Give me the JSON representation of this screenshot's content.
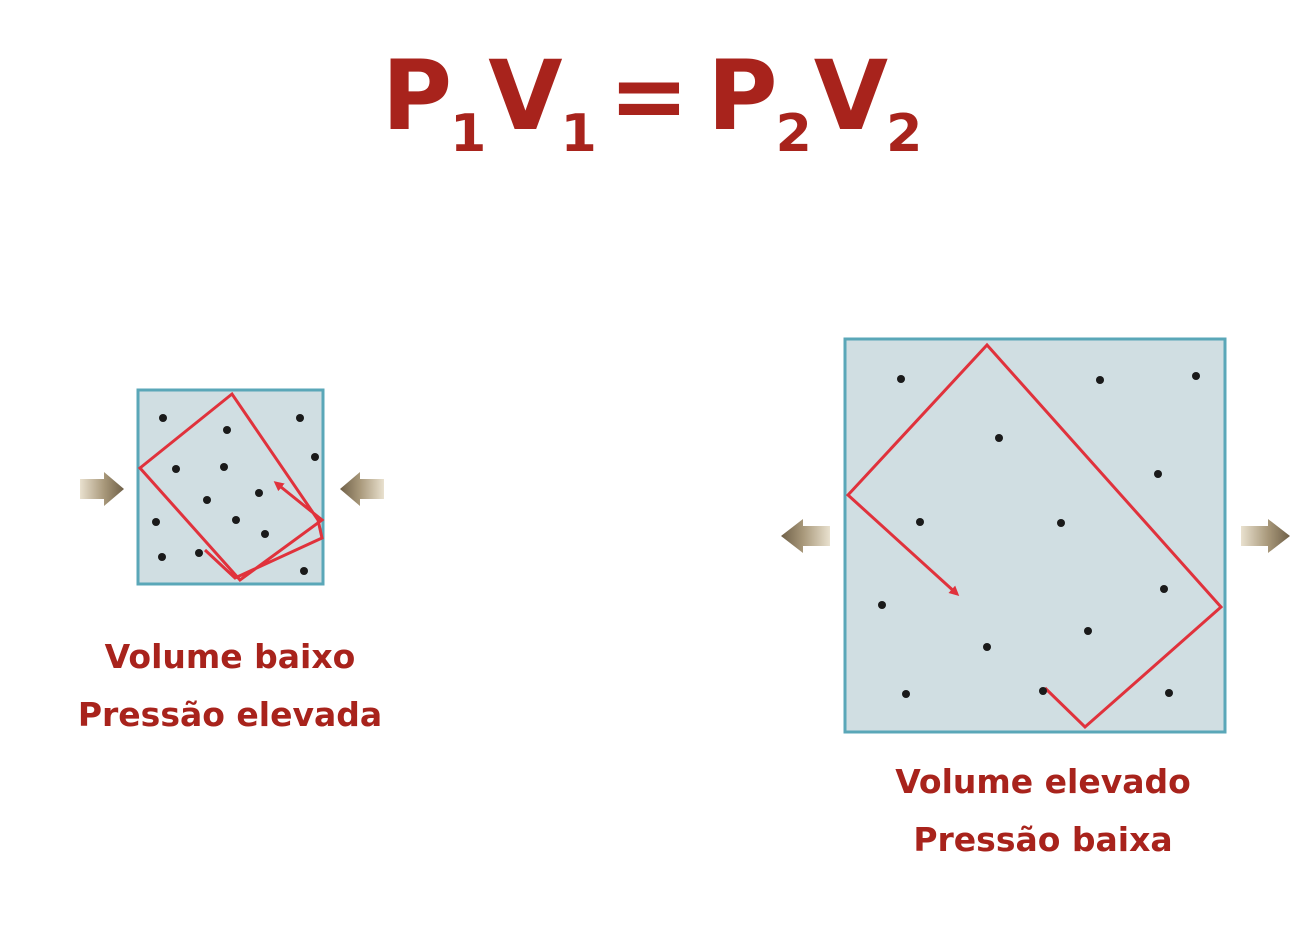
{
  "colors": {
    "accent_red": "#a8231c",
    "box_fill": "#d0dee2",
    "box_border": "#5aa7b8",
    "path_red": "#e0323c",
    "arrow_fill": "#8a7a5e",
    "particle": "#1a1a1a"
  },
  "formula": {
    "p1": "P",
    "p1_sub": "1",
    "v1": "V",
    "v1_sub": "1",
    "equals": "=",
    "p2": "P",
    "p2_sub": "2",
    "v2": "V",
    "v2_sub": "2"
  },
  "left_state": {
    "line1": "Volume baixo",
    "line2": "Pressão elevada",
    "arrows": "inward"
  },
  "right_state": {
    "line1": "Volume elevado",
    "line2": "Pressão baixa",
    "arrows": "outward"
  }
}
